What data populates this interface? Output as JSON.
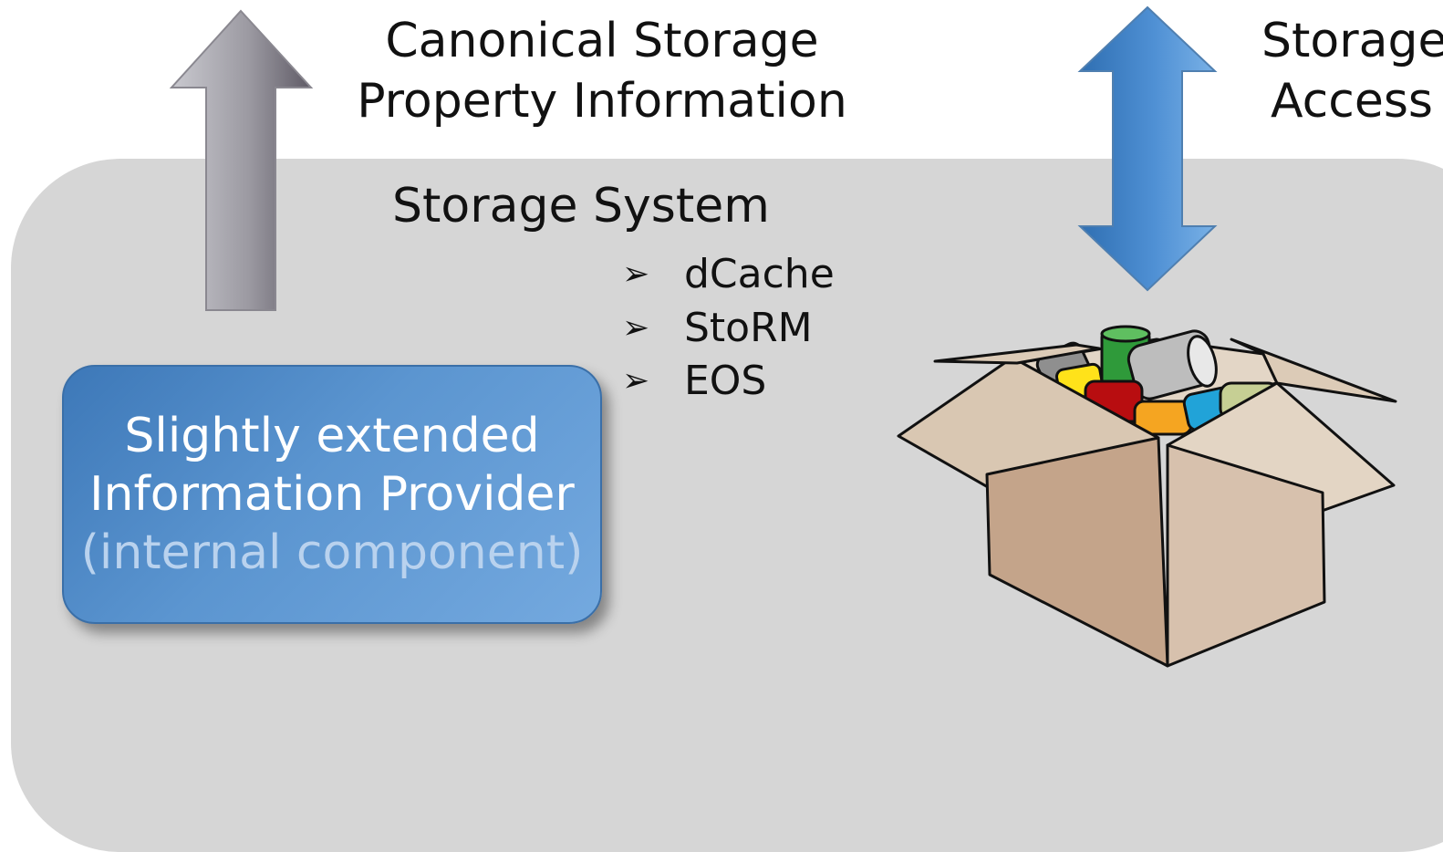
{
  "labels": {
    "canonical_line1": "Canonical Storage",
    "canonical_line2": "Property Information",
    "storage_line1": "Storage",
    "storage_line2": "Access",
    "system_title": "Storage System"
  },
  "systems": [
    "dCache",
    "StoRM",
    "EOS"
  ],
  "provider": {
    "line1": "Slightly extended",
    "line2": "Information Provider",
    "line3": "(internal component)"
  },
  "colors": {
    "panel": "#d6d6d6",
    "provider_box": "#5b95d0",
    "access_arrow": "#4a8bd0",
    "info_arrow": "#8f8f95"
  },
  "icons": {
    "info_arrow": "upward-arrow-icon",
    "access_arrow": "bidirectional-arrow-icon",
    "bullet": "arrowhead-bullet-icon",
    "box": "open-box-with-cans-illustration"
  }
}
